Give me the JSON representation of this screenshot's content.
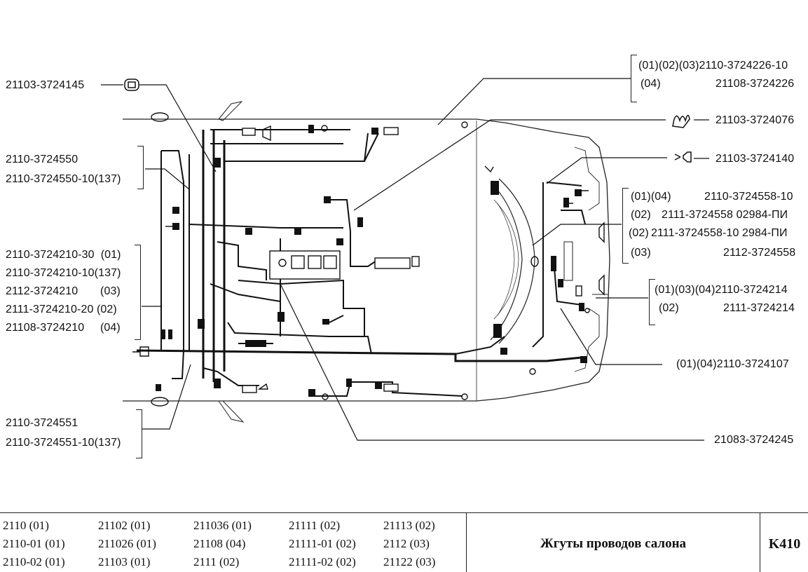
{
  "callouts": {
    "left_1": "21103-3724145",
    "left_2a": "2110-3724550",
    "left_2b": "2110-3724550-10(137)",
    "left_3": [
      "2110-3724210-30  (01)",
      "2110-3724210-10(137)",
      "2112-3724210       (03)",
      "2111-3724210-20 (02)",
      "21108-3724210     (04)"
    ],
    "left_4a": "2110-3724551",
    "left_4b": "2110-3724551-10(137)",
    "right_1a_code": "(01)(02)(03)2110-3724226-10",
    "right_1b_prefix": "(04)",
    "right_1b_code": "21108-3724226",
    "right_2": "21103-3724076",
    "right_3": "21103-3724140",
    "right_4": [
      {
        "prefix": "(01)(04)",
        "code": "2110-3724558-10"
      },
      {
        "prefix": "(02)",
        "code": "2111-3724558 02984-ПИ"
      },
      {
        "prefix": "(02)",
        "code": "2111-3724558-10 2984-ПИ"
      },
      {
        "prefix": "(03)",
        "code": "2112-3724558"
      }
    ],
    "right_5a": "(01)(03)(04)2110-3724214",
    "right_5b_prefix": "(02)",
    "right_5b_code": "2111-3724214",
    "right_6": "(01)(04)2110-3724107",
    "right_7": "21083-3724245"
  },
  "footer": {
    "models": [
      [
        "2110 (01)",
        "21102 (01)",
        "211036 (01)",
        "21111 (02)",
        "21113 (02)"
      ],
      [
        "2110-01 (01)",
        "211026 (01)",
        "21108 (04)",
        "21111-01 (02)",
        "2112 (03)"
      ],
      [
        "2110-02 (01)",
        "21103 (01)",
        "2111 (02)",
        "21111-02 (02)",
        "21122 (03)"
      ]
    ],
    "title": "Жгуты проводов салона",
    "code": "K410"
  },
  "colors": {
    "ink": "#1a1a1a",
    "paper": "#ffffff"
  }
}
